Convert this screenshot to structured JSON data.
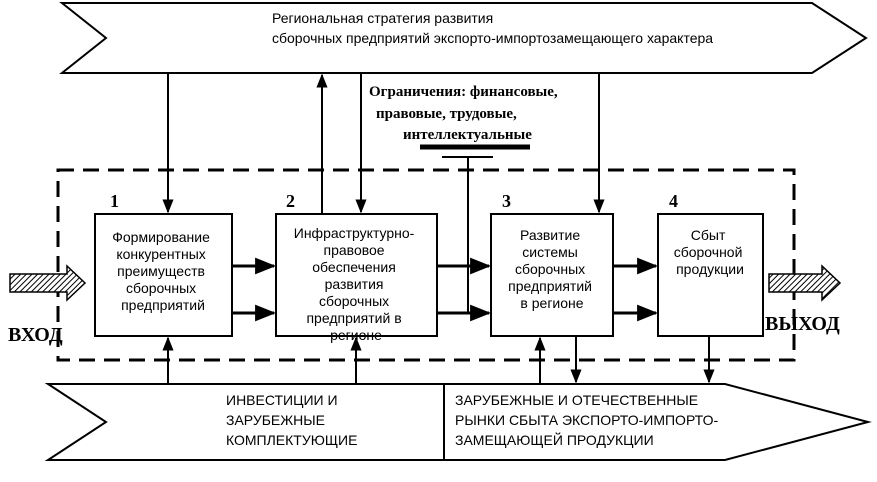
{
  "top_banner": {
    "line1": "Региональная стратегия развития",
    "line2": "сборочных предприятий экспорто-импортозамещающего характера"
  },
  "constraints": {
    "line1": "Ограничения: финансовые,",
    "line2": "правовые, трудовые,",
    "line3": "интеллектуальные"
  },
  "blocks": [
    {
      "number": "1",
      "lines": [
        "Формирование",
        "конкурентных",
        "преимуществ",
        "сборочных",
        "предприятий"
      ]
    },
    {
      "number": "2",
      "lines": [
        "Инфраструктурно-",
        "правовое",
        "обеспечения",
        "развития",
        "сборочных",
        "предприятий в",
        "регионе"
      ]
    },
    {
      "number": "3",
      "lines": [
        "Развитие",
        "системы",
        "сборочных",
        "предприятий",
        "в регионе"
      ]
    },
    {
      "number": "4",
      "lines": [
        "Сбыт",
        "сборочной",
        "продукции"
      ]
    }
  ],
  "input_label": "ВХОД",
  "output_label": "ВЫХОД",
  "bottom_left": {
    "line1": "ИНВЕСТИЦИИ И",
    "line2": "ЗАРУБЕЖНЫЕ",
    "line3": "КОМПЛЕКТУЮЩИЕ"
  },
  "bottom_right": {
    "line1": "ЗАРУБЕЖНЫЕ И ОТЕЧЕСТВЕННЫЕ",
    "line2": "РЫНКИ СБЫТА ЭКСПОРТО-ИМПОРТО-",
    "line3": "ЗАМЕЩАЮЩЕЙ ПРОДУКЦИИ"
  },
  "colors": {
    "line": "#000000",
    "background": "#ffffff"
  }
}
